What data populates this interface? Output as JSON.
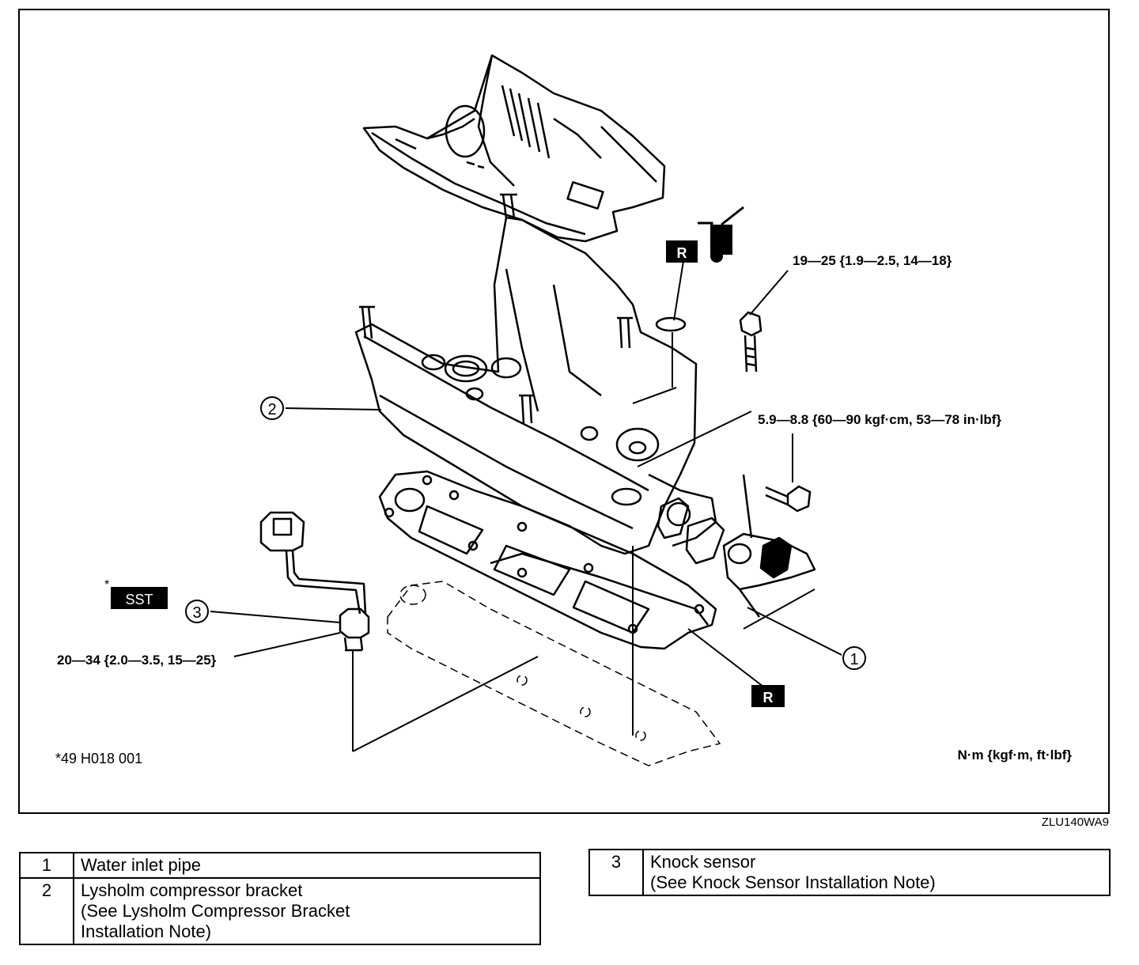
{
  "callouts": {
    "item1": "1",
    "item2": "2",
    "item3": "3"
  },
  "badges": {
    "r_top": "R",
    "r_bottom": "R",
    "sst": "SST",
    "sst_asterisk": "*"
  },
  "torque": {
    "bolt_top": "19—25 {1.9—2.5, 14—18}",
    "bolt_mid": "5.9—8.8 {60—90 kgf·cm, 53—78 in·lbf}",
    "knock_sensor": "20—34 {2.0—3.5, 15—25}"
  },
  "notes": {
    "tool_number": "*49 H018 001",
    "units": "N·m {kgf·m, ft·lbf}",
    "figure_code": "ZLU140WA9"
  },
  "legend": {
    "left": [
      {
        "num": "1",
        "desc": "Water inlet pipe"
      },
      {
        "num": "2",
        "desc": "Lysholm compressor bracket\n(See Lysholm Compressor Bracket\nInstallation Note)"
      }
    ],
    "right": [
      {
        "num": "3",
        "desc": "Knock sensor\n(See Knock Sensor Installation Note)"
      }
    ]
  }
}
